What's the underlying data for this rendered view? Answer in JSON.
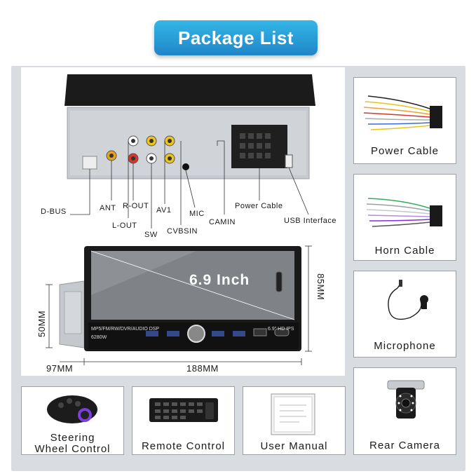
{
  "title": "Package List",
  "back_panel": {
    "callouts": {
      "dbus": "D-BUS",
      "ant": "ANT",
      "lout": "L-OUT",
      "rout": "R-OUT",
      "sw": "SW",
      "av1": "AV1",
      "cvbsin": "CVBSIN",
      "mic": "MIC",
      "camin": "CAMIN",
      "power": "Power Cable",
      "usb": "USB Interface"
    }
  },
  "front_panel": {
    "screen_size": "6.9 Inch",
    "model_text": "MP5/FM/RW/DVR/AUDIO DSP",
    "power_text": "6280W",
    "hd_text": "6.9\" HD IPS",
    "dimensions": {
      "height": "85MM",
      "depth": "50MM",
      "width": "188MM",
      "body_depth": "97MM"
    }
  },
  "items": {
    "power_cable": "Power Cable",
    "horn_cable": "Horn Cable",
    "microphone": "Microphone",
    "rear_camera": "Rear Camera",
    "steering_line1": "Steering",
    "steering_line2": "Wheel Control",
    "remote_control": "Remote Control",
    "user_manual": "User Manual"
  },
  "colors": {
    "accent": "#2a9fd9",
    "frame": "#d9dde2",
    "card_border": "#9aa0a6"
  }
}
